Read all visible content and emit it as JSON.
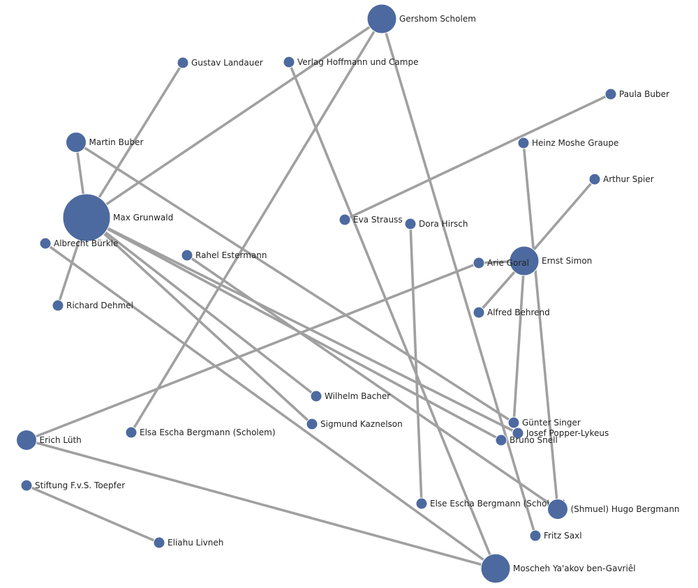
{
  "graph": {
    "nodes": [
      {
        "id": "gershom",
        "label": "Gershom Scholem",
        "size": "large"
      },
      {
        "id": "landauer",
        "label": "Gustav Landauer",
        "size": "small"
      },
      {
        "id": "verlag",
        "label": "Verlag Hoffmann und Campe",
        "size": "small"
      },
      {
        "id": "paula",
        "label": "Paula Buber",
        "size": "small"
      },
      {
        "id": "martin",
        "label": "Martin Buber",
        "size": "medium"
      },
      {
        "id": "graupe",
        "label": "Heinz Moshe Graupe",
        "size": "small"
      },
      {
        "id": "spier",
        "label": "Arthur Spier",
        "size": "small"
      },
      {
        "id": "grunwald",
        "label": "Max Grunwald",
        "size": "xlarge"
      },
      {
        "id": "eva",
        "label": "Eva Strauss",
        "size": "small"
      },
      {
        "id": "dora",
        "label": "Dora Hirsch",
        "size": "small"
      },
      {
        "id": "buerkle",
        "label": "Albrecht Bürkle",
        "size": "small"
      },
      {
        "id": "rahel",
        "label": "Rahel Estermann",
        "size": "small"
      },
      {
        "id": "ernst",
        "label": "Ernst Simon",
        "size": "large"
      },
      {
        "id": "goral",
        "label": "Arie Goral",
        "size": "small"
      },
      {
        "id": "dehmel",
        "label": "Richard Dehmel",
        "size": "small"
      },
      {
        "id": "behrend",
        "label": "Alfred Behrend",
        "size": "small"
      },
      {
        "id": "bacher",
        "label": "Wilhelm Bacher",
        "size": "small"
      },
      {
        "id": "kaznelson",
        "label": "Sigmund Kaznelson",
        "size": "small"
      },
      {
        "id": "singer",
        "label": "Günter Singer",
        "size": "small"
      },
      {
        "id": "popper",
        "label": "Josef Popper-Lykeus",
        "size": "small"
      },
      {
        "id": "elsa",
        "label": "Elsa Escha Bergmann (Scholem)",
        "size": "small"
      },
      {
        "id": "snell",
        "label": "Bruno Snell",
        "size": "small"
      },
      {
        "id": "erich",
        "label": "Erich Lüth",
        "size": "medium"
      },
      {
        "id": "toepfer",
        "label": "Stiftung F.v.S. Toepfer",
        "size": "small"
      },
      {
        "id": "else",
        "label": "Else Escha Bergmann (Scholem)",
        "size": "small"
      },
      {
        "id": "hugo",
        "label": "(Shmuel) Hugo Bergmann",
        "size": "medium"
      },
      {
        "id": "saxl",
        "label": "Fritz Saxl",
        "size": "small"
      },
      {
        "id": "livneh",
        "label": "Eliahu Livneh",
        "size": "small"
      },
      {
        "id": "moscheh",
        "label": "Moscheh Ya'akov ben-Gavriêl",
        "size": "large"
      }
    ],
    "edges": [
      [
        "grunwald",
        "gershom"
      ],
      [
        "grunwald",
        "landauer"
      ],
      [
        "grunwald",
        "martin"
      ],
      [
        "grunwald",
        "dehmel"
      ],
      [
        "grunwald",
        "bacher"
      ],
      [
        "grunwald",
        "kaznelson"
      ],
      [
        "grunwald",
        "snell"
      ],
      [
        "grunwald",
        "popper"
      ],
      [
        "gershom",
        "elsa"
      ],
      [
        "gershom",
        "saxl"
      ],
      [
        "verlag",
        "moscheh"
      ],
      [
        "paula",
        "eva"
      ],
      [
        "martin",
        "singer"
      ],
      [
        "graupe",
        "hugo"
      ],
      [
        "spier",
        "ernst"
      ],
      [
        "ernst",
        "goral"
      ],
      [
        "ernst",
        "behrend"
      ],
      [
        "ernst",
        "singer"
      ],
      [
        "dora",
        "else"
      ],
      [
        "buerkle",
        "moscheh"
      ],
      [
        "rahel",
        "hugo"
      ],
      [
        "goral",
        "erich"
      ],
      [
        "erich",
        "moscheh"
      ],
      [
        "toepfer",
        "livneh"
      ]
    ]
  }
}
